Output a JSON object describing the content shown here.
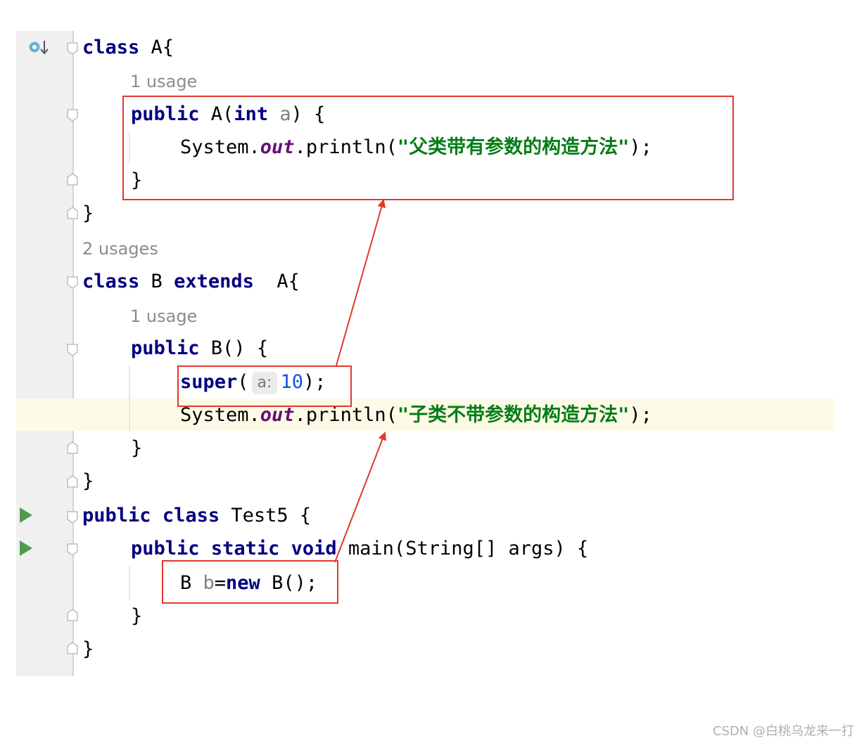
{
  "hints": {
    "usage_a_ctor": "1 usage",
    "usage_b_class": "2 usages",
    "usage_b_ctor": "1 usage"
  },
  "code": {
    "l1": {
      "kw": "class",
      "rest": " A{"
    },
    "l2": {
      "kw1": "public",
      "mid": " A(",
      "kw2": "int",
      "param": " a",
      "end": ") {"
    },
    "l3": {
      "a": "System.",
      "fld": "out",
      "b": ".println(",
      "str": "\"父类带有参数的构造方法\"",
      "c": ");"
    },
    "l4": "}",
    "l5": "}",
    "l6": {
      "kw1": "class",
      "mid": " B ",
      "kw2": "extends",
      "rest": "  A{"
    },
    "l7": {
      "kw": "public",
      "rest": " B() {"
    },
    "l8": {
      "kw": "super",
      "open": "(",
      "hint": "a:",
      "num": "10",
      "end": ");"
    },
    "l9": {
      "a": "System.",
      "fld": "out",
      "b": ".println(",
      "str": "\"子类不带参数的构造方法\"",
      "c": ");"
    },
    "l10": "}",
    "l11": "}",
    "l12": {
      "kw1": "public",
      "kw2": "class",
      "rest": " Test5 {"
    },
    "l13": {
      "kw1": "public",
      "kw2": "static",
      "kw3": "void",
      "rest": " main(String[] args) {"
    },
    "l14": {
      "a": "B ",
      "param": "b",
      "eq": "=",
      "kw": "new",
      "rest": " B();"
    },
    "l15": "}",
    "l16": "}"
  },
  "watermark": "CSDN @白桃乌龙来一打",
  "colors": {
    "annotation": "#e0392b",
    "keyword": "#000080",
    "string": "#067d17",
    "field": "#660e7a",
    "number": "#1750eb",
    "run_icon": "#4d9b4f"
  },
  "icons": [
    "implementation-gutter-icon",
    "run-gutter-icon",
    "fold-marker-icon"
  ]
}
